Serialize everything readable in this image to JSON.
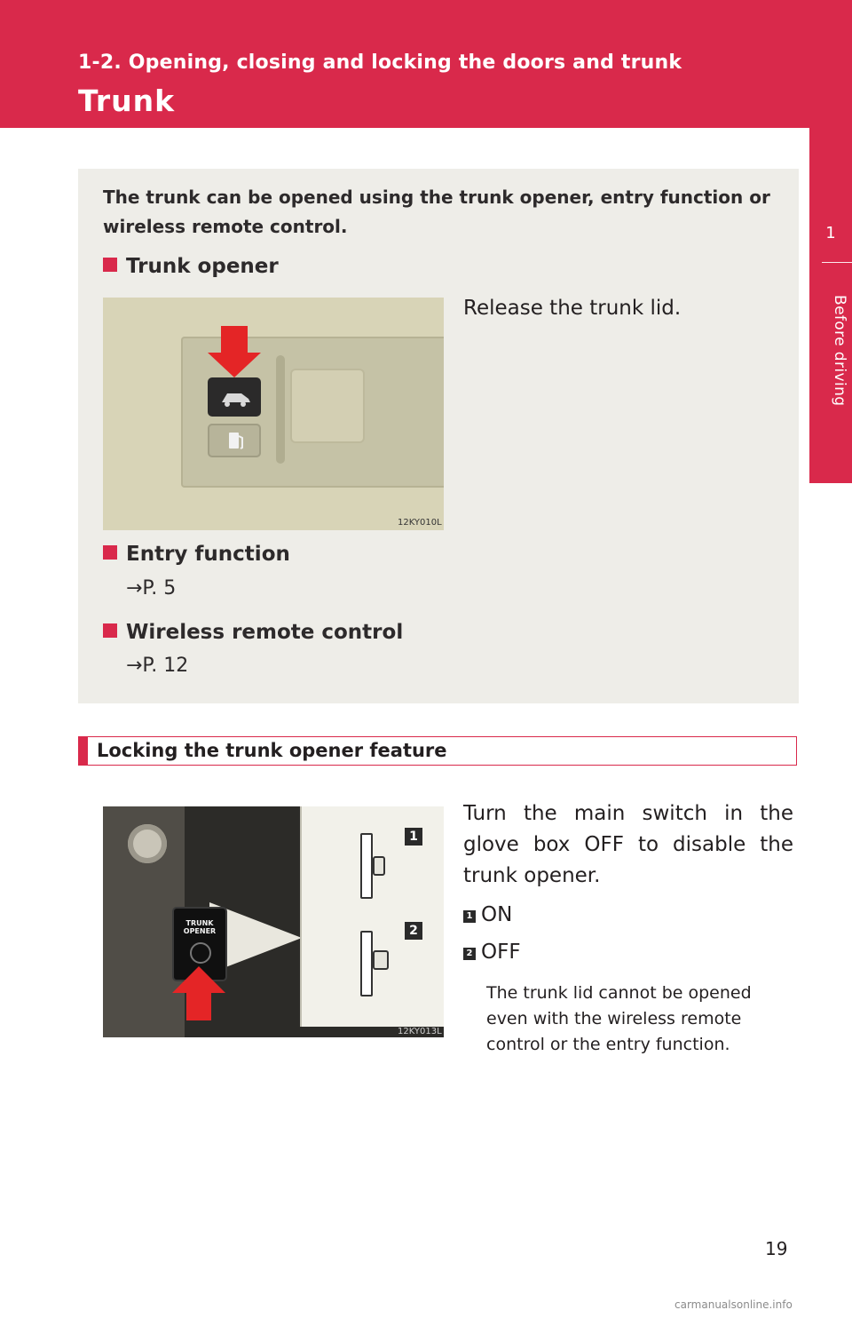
{
  "header": {
    "section_label": "1-2. Opening, closing and locking the doors and trunk",
    "title": "Trunk"
  },
  "side_tab": {
    "number": "1",
    "label": "Before driving"
  },
  "intro": {
    "text": "The trunk can be opened using the trunk opener, entry function or wireless remote control."
  },
  "subsections": [
    {
      "title": "Trunk opener",
      "body": "Release the trunk lid."
    },
    {
      "title": "Entry function",
      "ref": "→P. 5"
    },
    {
      "title": "Wireless remote control",
      "ref": "→P. 12"
    }
  ],
  "lock_section": {
    "heading": "Locking the trunk opener feature",
    "body": "Turn the main switch in the glove box OFF to disable the trunk opener.",
    "items": [
      {
        "number": "1",
        "label": "ON"
      },
      {
        "number": "2",
        "label": "OFF"
      }
    ],
    "note": "The trunk lid cannot be opened even with the wireless remote control or the entry function."
  },
  "photos": {
    "photo1_code": "12KY010L",
    "photo2_code": "12KY013L",
    "photo2_label": "TRUNK OPENER"
  },
  "page_number": "19",
  "watermark": "carmanualsonline.info",
  "colors": {
    "accent": "#d9294b",
    "box_bg": "#eeede8"
  }
}
